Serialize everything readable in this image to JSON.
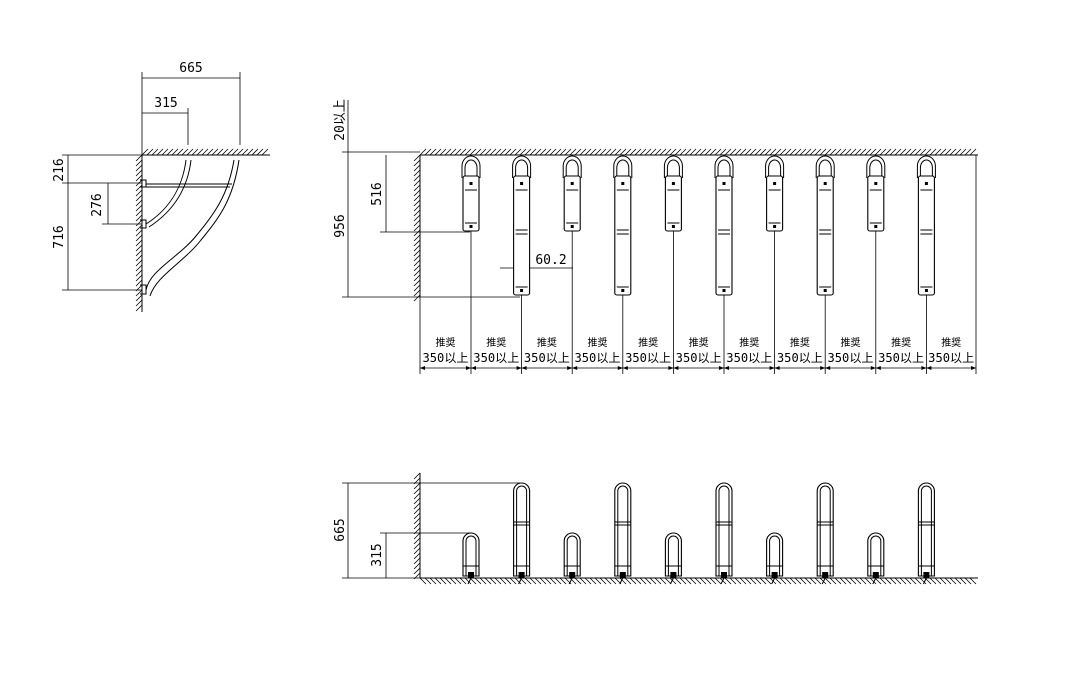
{
  "side_view": {
    "dim_width_total": "665",
    "dim_width_short": "315",
    "dim_height_top": "216",
    "dim_height_gap": "276",
    "dim_height_total": "716"
  },
  "front_view": {
    "dim_top_clearance": "20以上",
    "dim_total_height": "956",
    "dim_short_height": "516",
    "dim_offset": "60.2",
    "spacing_label_top": "推奨",
    "spacing_label_bottom": "350以上",
    "spacing_count": 11,
    "rack_pattern": [
      "short",
      "tall",
      "short",
      "tall",
      "short",
      "tall",
      "short",
      "tall",
      "short",
      "tall"
    ]
  },
  "plan_view": {
    "dim_tall": "665",
    "dim_short": "315"
  }
}
